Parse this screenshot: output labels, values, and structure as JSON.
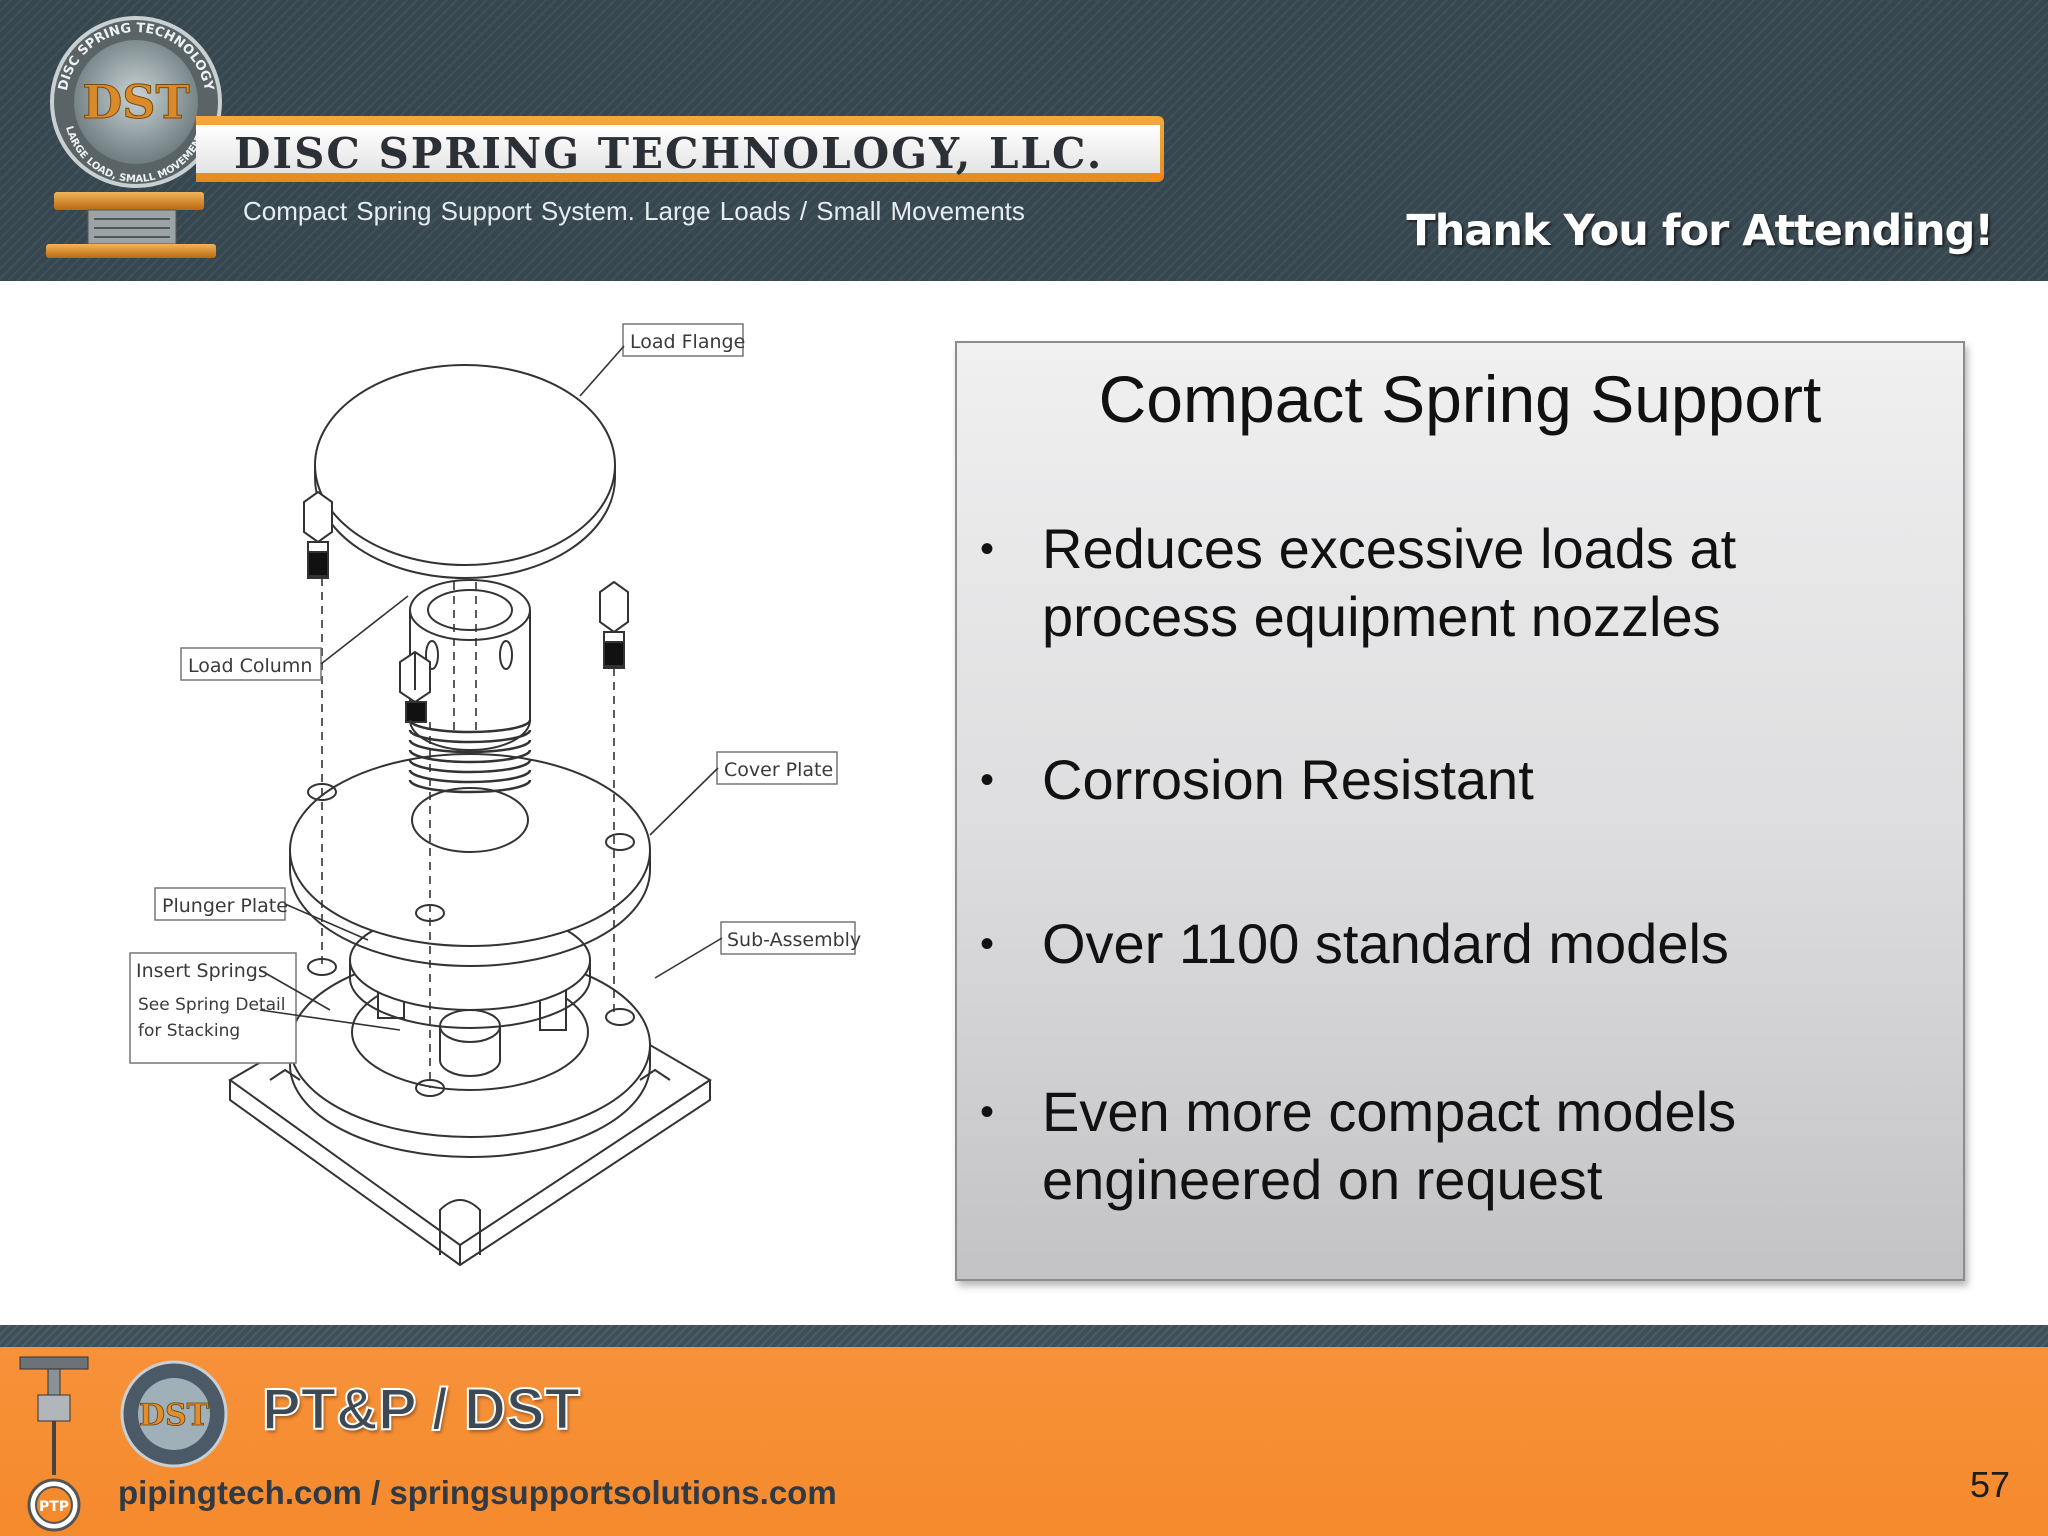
{
  "header": {
    "logo_text": "DST",
    "logo_ring_top": "DISC SPRING TECHNOLOGY",
    "logo_ring_bottom": "LARGE LOAD, SMALL MOVEMENTS",
    "company_name": "DISC SPRING TECHNOLOGY, LLC.",
    "tagline": "Compact Spring Support System.  Large Loads / Small Movements",
    "thanks": "Thank You for Attending!"
  },
  "diagram": {
    "labels": {
      "load_flange": "Load Flange",
      "load_column": "Load Column",
      "cover_plate": "Cover Plate",
      "plunger_plate": "Plunger Plate",
      "sub_assembly": "Sub-Assembly",
      "insert_springs": "Insert Springs",
      "spring_detail_line1": "See Spring Detail",
      "spring_detail_line2": "for Stacking"
    }
  },
  "panel": {
    "title": "Compact Spring Support",
    "bullets": [
      {
        "line1": "Reduces excessive loads at",
        "line2": "process equipment nozzles"
      },
      {
        "line1": "Corrosion Resistant",
        "line2": ""
      },
      {
        "line1": "Over 1100 standard models",
        "line2": ""
      },
      {
        "line1": "Even more compact models",
        "line2": "engineered on request"
      }
    ],
    "bullet_symbol": "•"
  },
  "footer": {
    "brand": "PT&P / DST",
    "url": "pipingtech.com / springsupportsolutions.com",
    "page_number": "57",
    "ptp_badge": "PTP",
    "seal_text": "DST"
  },
  "colors": {
    "header_bg": "#37474f",
    "banner_orange": "#f0a13a",
    "footer_orange": "#f58a2c",
    "panel_bg": "#dcdcde"
  }
}
